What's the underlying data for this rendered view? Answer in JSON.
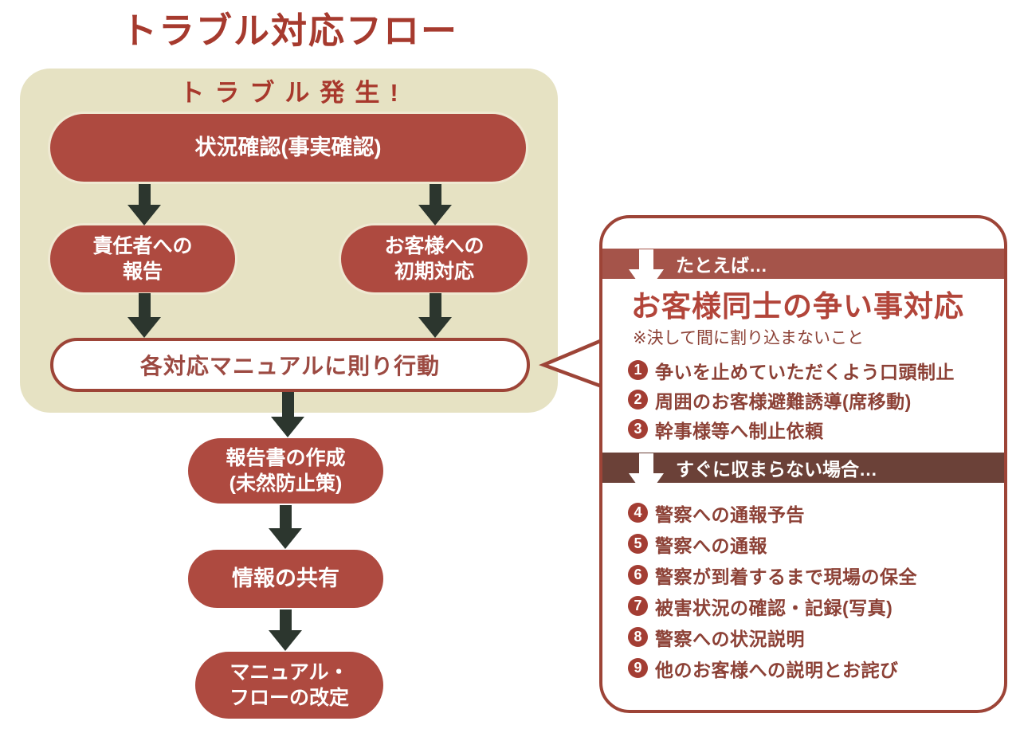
{
  "page": {
    "title": "トラブル対応フロー"
  },
  "flow": {
    "start_heading": "トラブル発生!",
    "nodes": {
      "situation_check": "状況確認(事実確認)",
      "report_to_manager": {
        "line1": "責任者への",
        "line2": "報告"
      },
      "initial_response": {
        "line1": "お客様への",
        "line2": "初期対応"
      },
      "manual_action": "各対応マニュアルに則り行動",
      "write_report": {
        "line1": "報告書の作成",
        "line2": "(未然防止策)"
      },
      "share_info": "情報の共有",
      "revise_manual": {
        "line1": "マニュアル・",
        "line2": "フローの改定"
      }
    }
  },
  "callout": {
    "example_banner_label": "たとえば…",
    "heading": "お客様同士の争い事対応",
    "note": "※決して間に割り込まないこと",
    "initial_steps": [
      {
        "num": "1",
        "label": "争いを止めていただくよう口頭制止"
      },
      {
        "num": "2",
        "label": "周囲のお客様避難誘導(席移動)"
      },
      {
        "num": "3",
        "label": "幹事様等へ制止依頼"
      }
    ],
    "escalation_banner_label": "すぐに収まらない場合…",
    "escalation_steps": [
      {
        "num": "4",
        "label": "警察への通報予告"
      },
      {
        "num": "5",
        "label": "警察への通報"
      },
      {
        "num": "6",
        "label": "警察が到着するまで現場の保全"
      },
      {
        "num": "7",
        "label": "被害状況の確認・記録(写真)"
      },
      {
        "num": "8",
        "label": "警察への状況説明"
      },
      {
        "num": "9",
        "label": "他のお客様への説明とお詫び"
      }
    ]
  },
  "colors": {
    "title_red": "#a63a2e",
    "node_red": "#ae4a40",
    "panel_beige": "#e6e2c3",
    "arrow_dark": "#2c362e",
    "callout_border": "#9d4437",
    "example_banner_bg": "#a5544a",
    "escalation_banner_bg": "#6b4138",
    "heading_red": "#b2453a",
    "step_text": "#8c4136",
    "step_circle": "#a33d33"
  }
}
